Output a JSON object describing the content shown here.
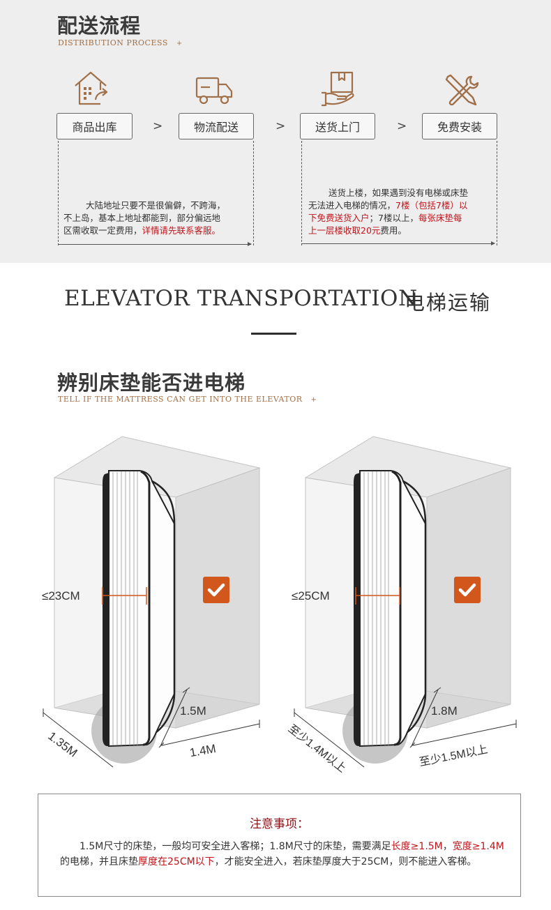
{
  "distribution": {
    "title": "配送流程",
    "subtitle": "DISTRIBUTION PROCESS",
    "plus": "+",
    "steps": [
      {
        "label": "商品出库",
        "icon": "warehouse-icon"
      },
      {
        "label": "物流配送",
        "icon": "truck-icon"
      },
      {
        "label": "送货上门",
        "icon": "package-hand-icon"
      },
      {
        "label": "免费安装",
        "icon": "tools-icon"
      }
    ],
    "arrow": ">",
    "notes": {
      "left": {
        "p1": "大陆地址只要不是很偏僻，不跨海，",
        "p2": "不上岛，基本上地址都能到，部分偏远地",
        "p3a": "区需收取一定费用，",
        "p3b": "详情请先联系客服。"
      },
      "right": {
        "p1": "送货上楼，如果遇到没有电梯或床垫",
        "p2a": "无法进入电梯的情况，",
        "p2b": "7楼（包括7楼）以",
        "p3a": "下免费送货入户",
        "p3b": "；7楼以上，",
        "p3c": "每张床垫每",
        "p4a": "上一层楼收取20元",
        "p4b": "费用。"
      }
    }
  },
  "elevator": {
    "title_en": "ELEVATOR TRANSPORTATION",
    "title_cn": "电梯运输",
    "subtitle": "辨别床垫能否进电梯",
    "subtitle_en": "TELL IF THE MATTRESS CAN GET INTO THE ELEVATOR",
    "plus": "+",
    "left_diagram": {
      "thickness": "≤23CM",
      "height": "1.5M",
      "depth": "1.35M",
      "width": "1.4M"
    },
    "right_diagram": {
      "thickness": "≤25CM",
      "height": "1.8M",
      "depth": "至少1.4M以上",
      "width": "至少1.5M以上"
    },
    "check_color": "#d2571c"
  },
  "notice": {
    "title": "注意事项：",
    "b1": "1.5M尺寸的床垫，一般均可安全进入客梯；1.8M尺寸的床垫，需要满足",
    "b2": "长度≥1.5M",
    "b3": "，",
    "b4": "宽度≥1.4M",
    "b5": "的电梯，并且床垫",
    "b6": "厚度在25CM以下",
    "b7": "，才能安全进入，若床垫厚度大于25CM，则不能进入客梯。"
  }
}
